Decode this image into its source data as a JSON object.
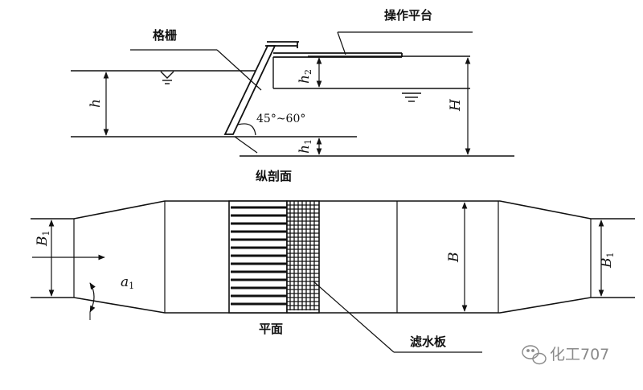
{
  "labels": {
    "grating": "格栅",
    "platform": "操作平台",
    "angle": "45°~60°",
    "section": "纵剖面",
    "plan": "平面",
    "filter_plate": "滤水板"
  },
  "dimensions": {
    "h": "h",
    "h1": {
      "base": "h",
      "sub": "1"
    },
    "h2": {
      "base": "h",
      "sub": "2"
    },
    "H": "H",
    "B": "B",
    "B1_left": {
      "base": "B",
      "sub": "1"
    },
    "B1_right": {
      "base": "B",
      "sub": "1"
    },
    "a1": {
      "base": "a",
      "sub": "1"
    }
  },
  "watermark": {
    "text": "化工707",
    "icon": "wechat-icon"
  }
}
